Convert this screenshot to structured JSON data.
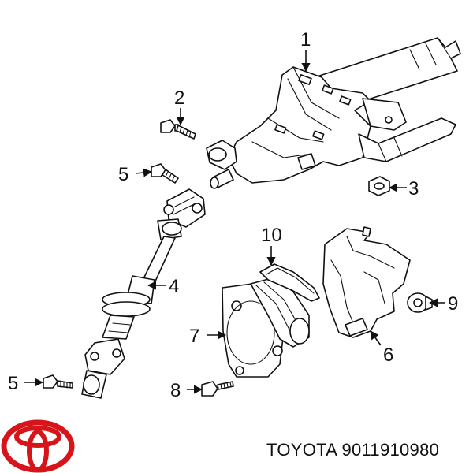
{
  "callouts": {
    "c1": "1",
    "c2": "2",
    "c3": "3",
    "c4": "4",
    "c5a": "5",
    "c5b": "5",
    "c6": "6",
    "c7": "7",
    "c8": "8",
    "c9": "9",
    "c10": "10"
  },
  "caption": {
    "brand": "TOYOTA",
    "part_number": "9011910980"
  },
  "colors": {
    "logo": "#d7141a",
    "ink": "#111111"
  },
  "icons": {
    "logo": "toyota-logo-icon"
  }
}
